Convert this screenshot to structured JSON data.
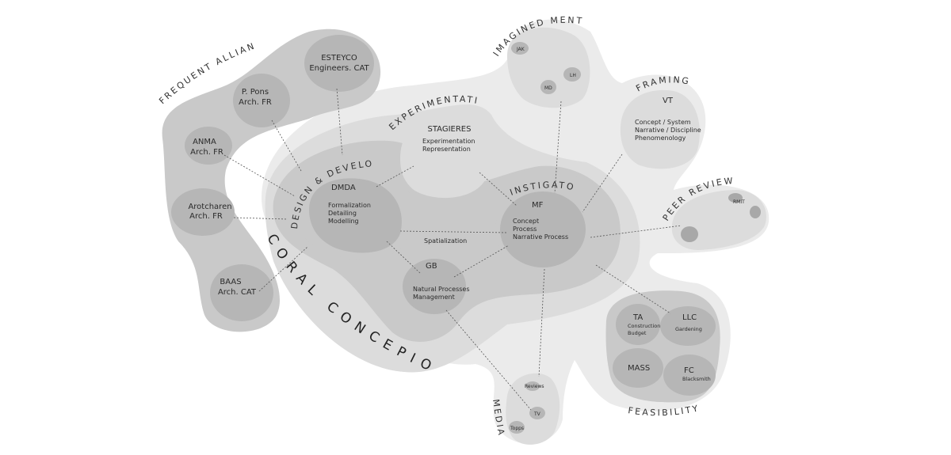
{
  "title": "CORAL CONCEPION",
  "regions": {
    "frequent_alliances": "FREQUENT ALLIANCES",
    "design_development": "DESIGN & DEVELOPMENT",
    "experimentation": "EXPERIMENTATION",
    "imagined_mentors": "IMAGINED MENTORS",
    "framing": "FRAMING",
    "instigator": "INSTIGATOR",
    "peer_review": "PEER REVIEW",
    "feasibility": "FEASIBILITY",
    "media": "MEDIA"
  },
  "nodes": {
    "esteyco": {
      "name": "ESTEYCO",
      "sub": "Engineers. CAT"
    },
    "ppons": {
      "name": "P. Pons",
      "sub": "Arch. FR"
    },
    "anma": {
      "name": "ANMA",
      "sub": "Arch. FR"
    },
    "arotcharen": {
      "name": "Arotcharen",
      "sub": "Arch. FR"
    },
    "baas": {
      "name": "BAAS",
      "sub": "Arch. CAT"
    },
    "dmda": {
      "name": "DMDA",
      "l1": "Formalization",
      "l2": "Detailing",
      "l3": "Modelling"
    },
    "stagieres": {
      "name": "STAGIERES",
      "l1": "Experimentation",
      "l2": "Representation"
    },
    "mf": {
      "name": "MF",
      "l1": "Concept",
      "l2": "Process",
      "l3": "Narrative Process"
    },
    "gb": {
      "name": "GB",
      "l1": "Natural Processes",
      "l2": "Management"
    },
    "spatialization": "Spatialization",
    "vt": {
      "name": "VT",
      "l1": "Concept / System",
      "l2": "Narrative / Discipline",
      "l3": "Phenomenology"
    },
    "jak": "JAK",
    "lh": "LH",
    "md": "MD",
    "rmit": "RMIT",
    "ta": {
      "name": "TA",
      "l1": "Construction",
      "l2": "Budget"
    },
    "llc": {
      "name": "LLC",
      "l1": "Gardening"
    },
    "mass": {
      "name": "MASS"
    },
    "fc": {
      "name": "FC",
      "l1": "Blacksmith"
    },
    "reviews": "Reviews",
    "tv": "TV",
    "topps": "Topps"
  },
  "colors": {
    "halo": "#ebebeb",
    "light": "#dcdcdc",
    "mid": "#c9c9c9",
    "dark": "#b6b6b6",
    "darker": "#a8a8a8"
  }
}
